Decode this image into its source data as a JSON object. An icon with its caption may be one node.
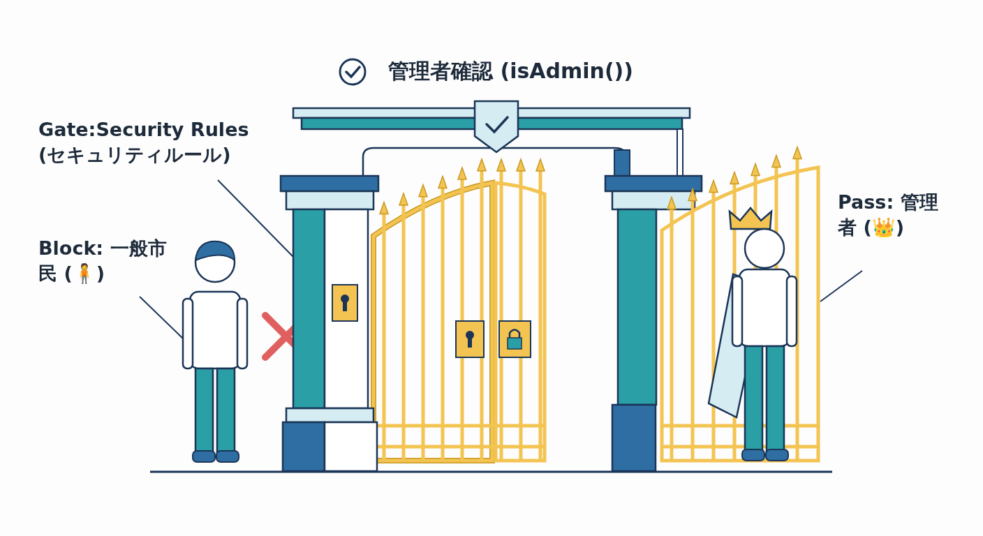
{
  "diagram": {
    "title": "管理者確認 (isAdmin())",
    "nodes": [
      {
        "text": [
          "Gate:Security Rules (セキュリティルール)"
        ]
      },
      {
        "text": [],
        "shape": "picture"
      },
      {
        "text": [
          "Block: 一般市民 (🧍)"
        ]
      },
      {
        "text": [],
        "shape": "person"
      },
      {
        "text": [
          "Pass: 管理者 (👑)"
        ]
      },
      {
        "text": [],
        "shape": "person"
      }
    ],
    "edges": [
      {
        "from": 0,
        "to": 1,
        "arrow": "none"
      },
      {
        "from": 2,
        "to": 3,
        "arrow": "none"
      },
      {
        "from": 4,
        "to": 5,
        "arrow": "none"
      }
    ]
  }
}
